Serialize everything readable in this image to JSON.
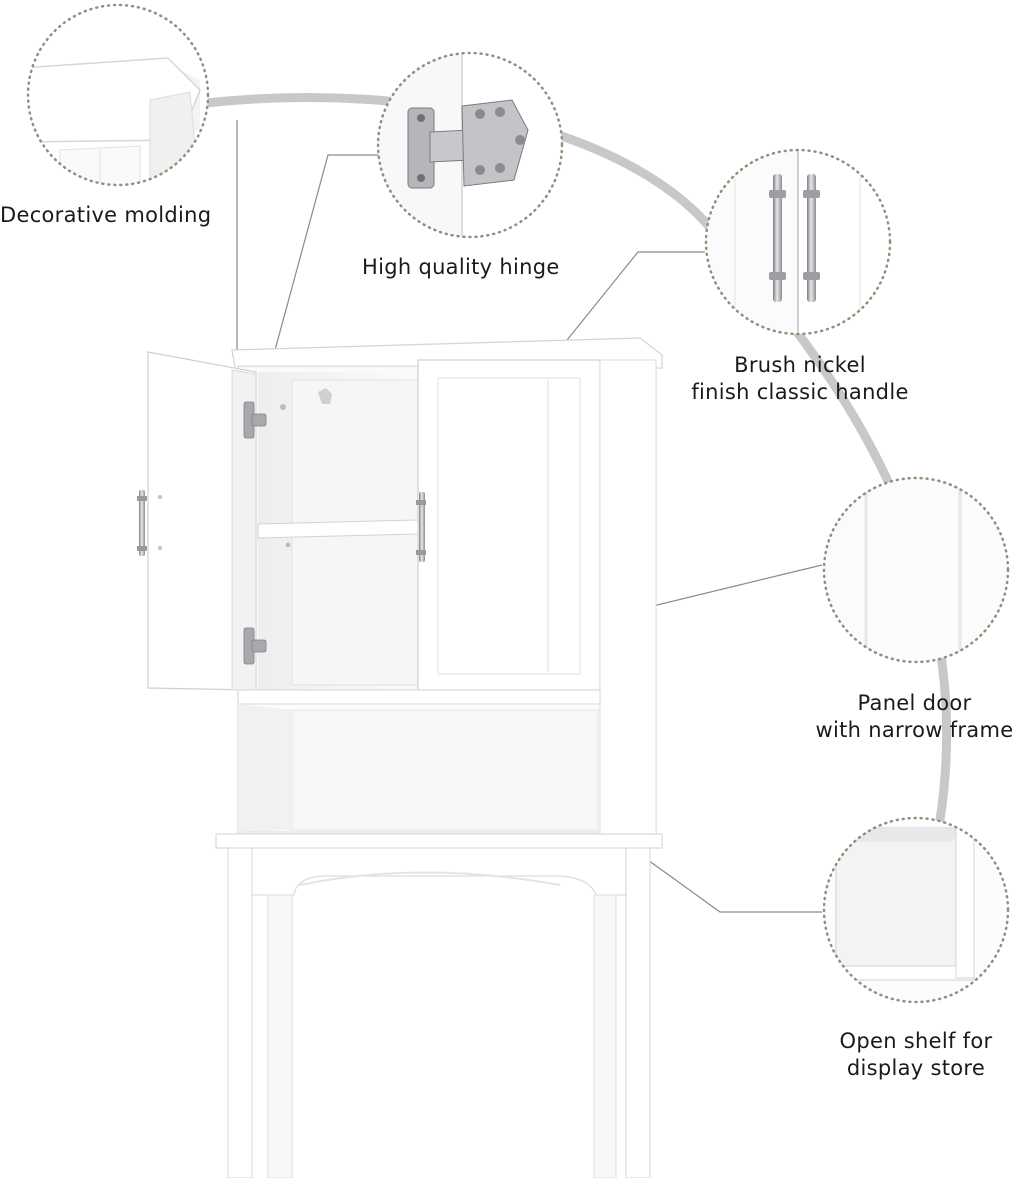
{
  "features": [
    {
      "id": "molding",
      "lines": [
        "Decorative molding"
      ]
    },
    {
      "id": "hinge",
      "lines": [
        "High quality hinge"
      ]
    },
    {
      "id": "handle",
      "lines": [
        "Brush nickel",
        "finish classic handle"
      ]
    },
    {
      "id": "panel",
      "lines": [
        "Panel door",
        "with narrow frame"
      ]
    },
    {
      "id": "shelf",
      "lines": [
        "Open shelf for",
        "display store"
      ]
    }
  ],
  "colors": {
    "arc": "#c8c8c8",
    "callout_dots": "#9a8b7a",
    "leader_line": "#8a8a8a",
    "cabinet": "#ffffff",
    "cabinet_shadow": "#e4e4e4",
    "handle_metal": "#a9a9ad"
  },
  "icons": [
    "molding-closeup-icon",
    "hinge-closeup-icon",
    "handle-closeup-icon",
    "panel-closeup-icon",
    "shelf-closeup-icon"
  ]
}
